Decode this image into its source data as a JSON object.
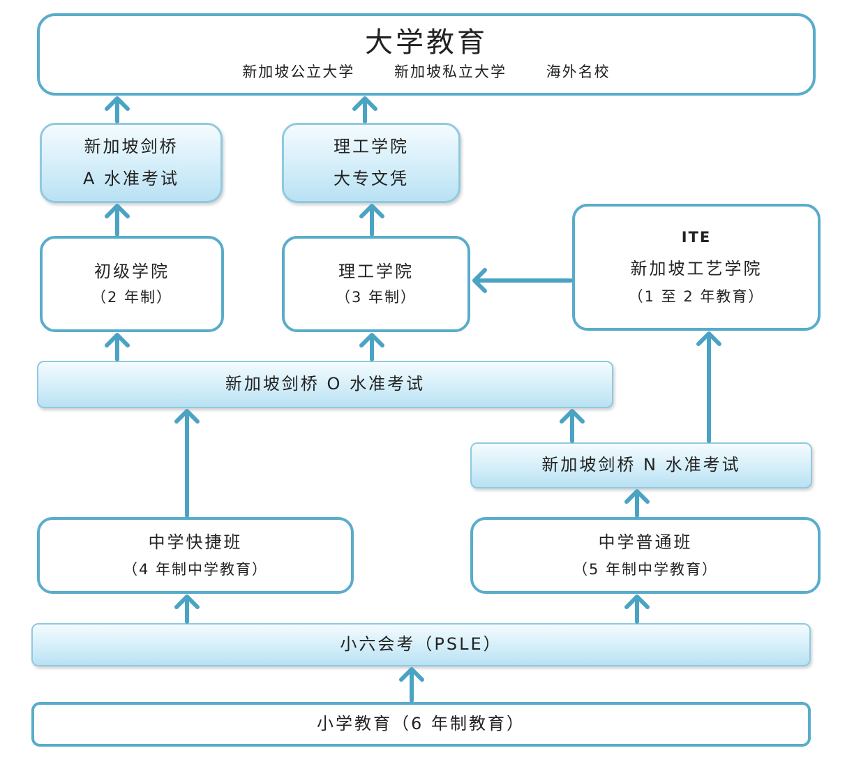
{
  "university": {
    "title": "大学教育",
    "subs": [
      "新加坡公立大学",
      "新加坡私立大学",
      "海外名校"
    ]
  },
  "a_level": {
    "line1": "新加坡剑桥",
    "line2": "A 水准考试"
  },
  "poly_diploma": {
    "line1": "理工学院",
    "line2": "大专文凭"
  },
  "junior_college": {
    "line1": "初级学院",
    "line2": "（2 年制）"
  },
  "polytechnic": {
    "line1": "理工学院",
    "line2": "（3 年制）"
  },
  "ite": {
    "line1": "ITE",
    "line2": "新加坡工艺学院",
    "line3": "（1 至 2 年教育）"
  },
  "o_level": {
    "label": "新加坡剑桥 O 水准考试"
  },
  "n_level": {
    "label": "新加坡剑桥 N 水准考试"
  },
  "express": {
    "line1": "中学快捷班",
    "line2": "（4 年制中学教育）"
  },
  "normal": {
    "line1": "中学普通班",
    "line2": "（5 年制中学教育）"
  },
  "psle": {
    "label": "小六会考（PSLE）"
  },
  "primary": {
    "label": "小学教育（6 年制教育）"
  },
  "colors": {
    "arrow": "#4ba3c3",
    "border": "#5aaccb",
    "fill": "#cfeaf7"
  }
}
